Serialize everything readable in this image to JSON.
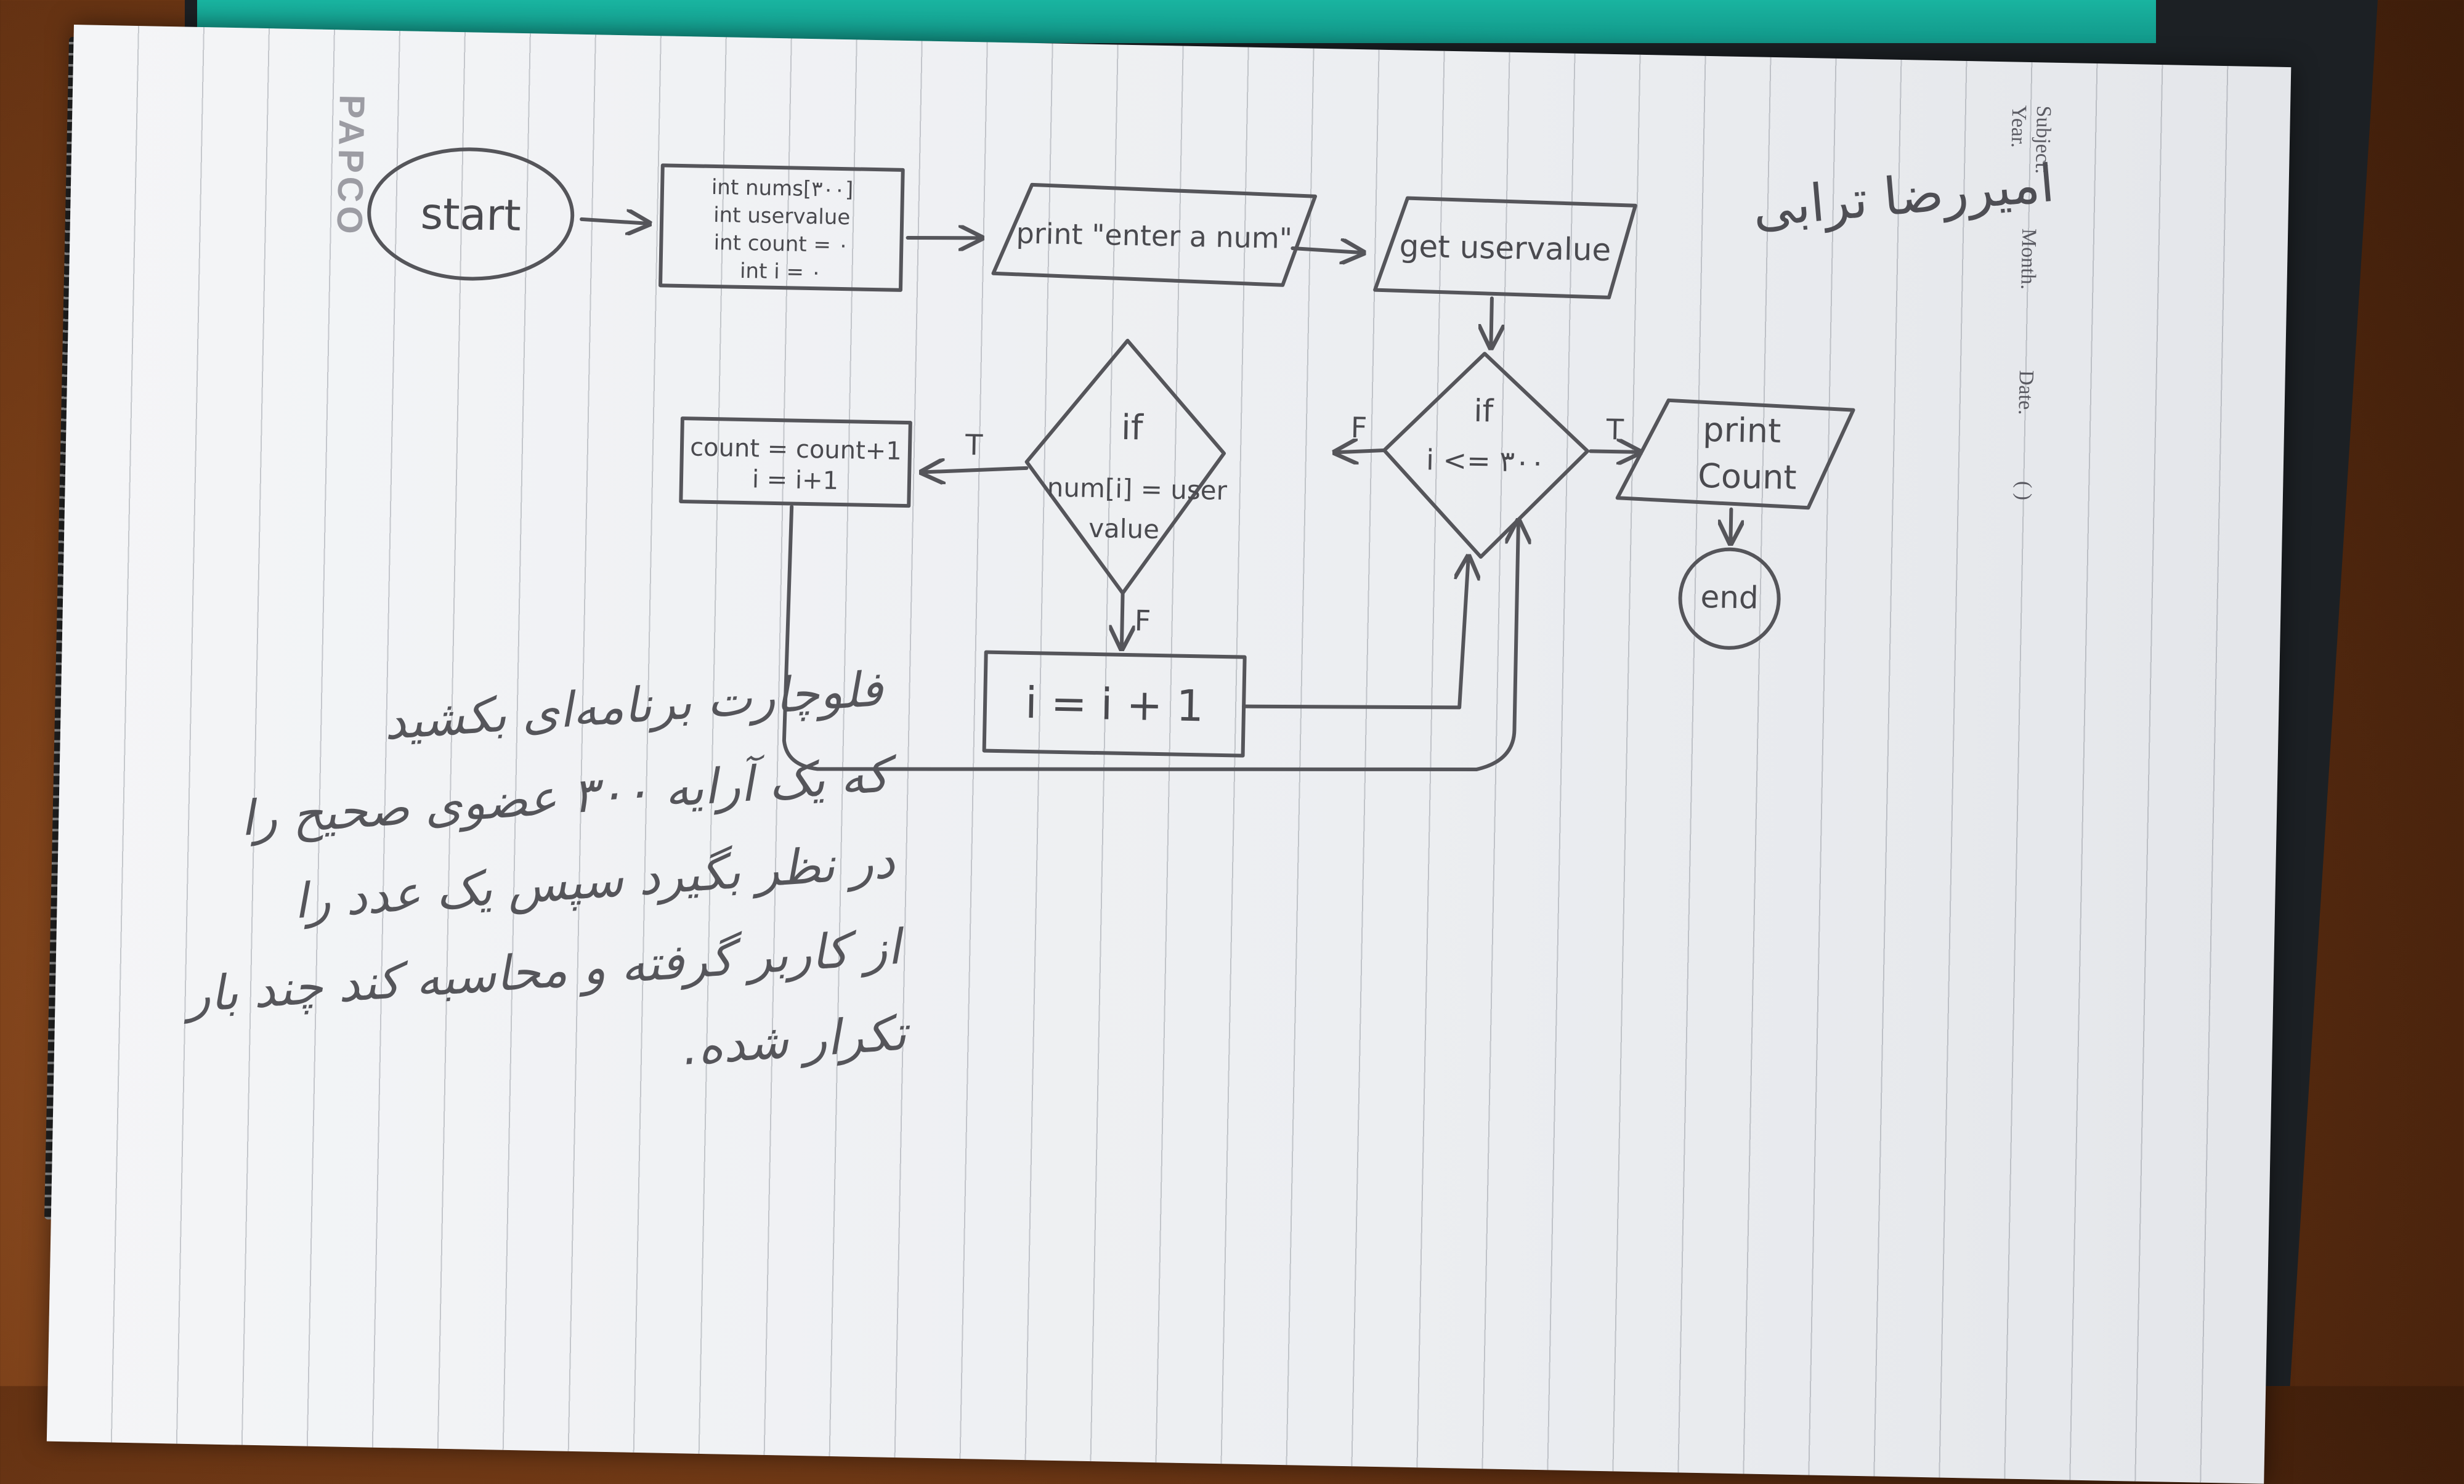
{
  "paper": {
    "brand": "PAPCO",
    "fields": [
      "Subject:",
      "Year.",
      "Month.",
      "Date.",
      "( )"
    ]
  },
  "author_name": "امیررضا ترابی",
  "flowchart": {
    "start": "start",
    "declarations": [
      "int nums[۳۰۰]",
      "int uservalue",
      "int count = ۰",
      "int i = ۰"
    ],
    "prompt": "print \"enter a num\"",
    "input": "get uservalue",
    "loop_condition": [
      "if",
      "i <= ۳۰۰"
    ],
    "search_condition": [
      "if",
      "num[i] = user",
      "value"
    ],
    "increment_true": [
      "count = count+1",
      "i = i+1"
    ],
    "increment_false": "i = i + 1",
    "output": [
      "print",
      "Count"
    ],
    "end": "end",
    "labels": {
      "true": "T",
      "false": "F"
    }
  },
  "description_lines": [
    "فلوچارت برنامه‌ای بکشید",
    "که یک آرایه ۳۰۰ عضوی صحیح را",
    "در نظر بگیرد سپس یک عدد را",
    "از کاربر گرفته و محاسبه کند چند بار",
    "تکرار شده."
  ]
}
